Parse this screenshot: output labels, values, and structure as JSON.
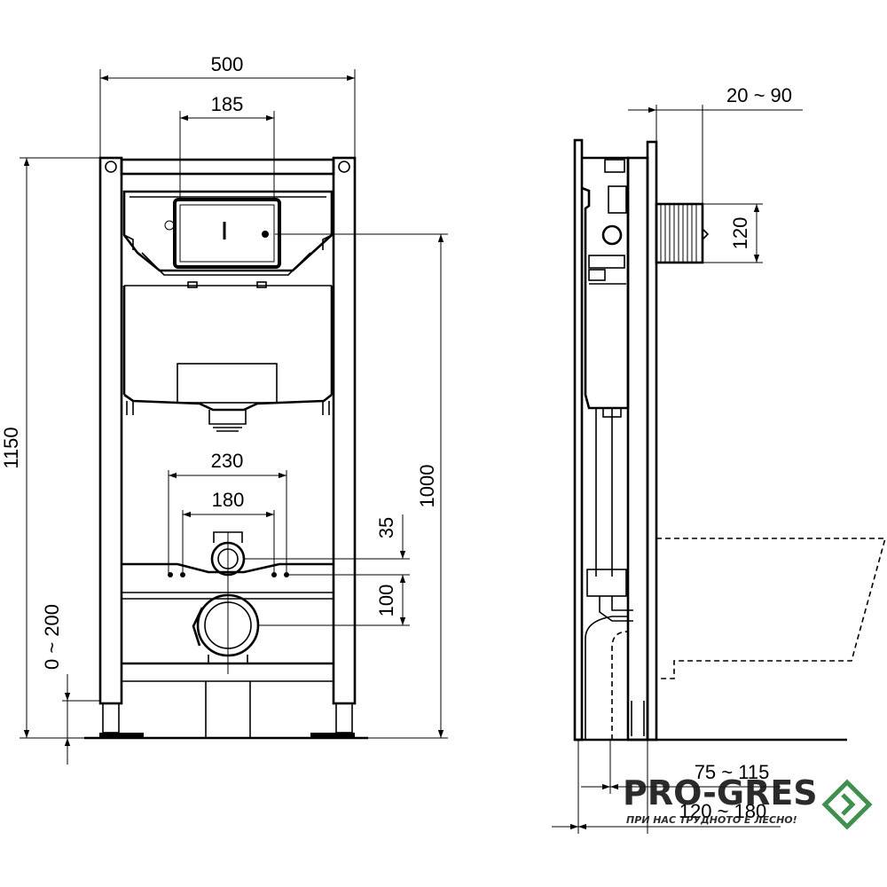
{
  "dimensions": {
    "width_500": "500",
    "width_185": "185",
    "height_1150": "1150",
    "height_1000": "1000",
    "width_230": "230",
    "width_180": "180",
    "offset_35": "35",
    "offset_100": "100",
    "adjust_0_200": "0 ~ 200",
    "depth_20_90": "20 ~ 90",
    "height_120": "120",
    "depth_75_115": "75 ~ 115",
    "depth_120_180": "120 ~ 180"
  },
  "watermark": {
    "brand": "PRO-GRES",
    "tagline": "ПРИ НАС ТРУДНОТО Е ЛЕСНО!",
    "accent_color": "#3f8f4f"
  }
}
